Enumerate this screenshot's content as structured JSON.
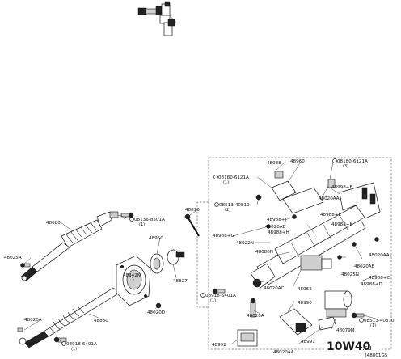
{
  "diagram": {
    "part_labels": [
      "48988",
      "48960",
      "08180-6121A",
      "(3)",
      "08180-6121A",
      "(1)",
      "48998+F",
      "48810",
      "08513-40810",
      "(2)",
      "48988+G",
      "48988+J",
      "48020AB",
      "48988+H",
      "48020AA",
      "48080",
      "08136-8501A",
      "(1)",
      "48950",
      "48022N",
      "48988+E",
      "48080N",
      "48988+K",
      "48025A",
      "48020AA",
      "48020AB",
      "48020AC",
      "48025N",
      "48988+C",
      "48988+D",
      "48342N",
      "48827",
      "08918-6401A",
      "(1)",
      "48962",
      "48020D",
      "48990",
      "48020A",
      "48830",
      "48020A",
      "08918-6401A",
      "(1)",
      "48991",
      "48079M",
      "08513-40810",
      "(1)",
      "48992",
      "48020AA"
    ],
    "diagram_id": "J48801GS"
  },
  "watermark": {
    "part1": "10W40",
    "part2": ".ru"
  }
}
